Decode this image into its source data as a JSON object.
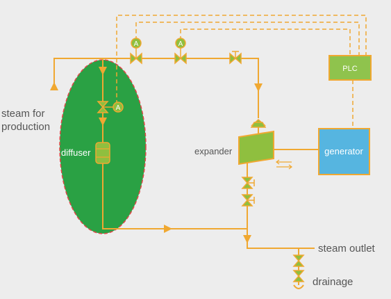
{
  "labels": {
    "steam_for_production_line1": "steam for",
    "steam_for_production_line2": "production",
    "diffuser": "diffuser",
    "expander": "expander",
    "generator": "generator",
    "plc": "PLC",
    "steam_outlet": "steam outlet",
    "drainage": "drainage",
    "actuator_symbol": "A"
  },
  "colors": {
    "background": "#ededed",
    "pipe": "#f0a831",
    "signal_line": "#f0a831",
    "diffuser_fill": "#2aa144",
    "diffuser_outline": "#e04848",
    "plc_fill": "#8fc34d",
    "generator_fill": "#56b5e0",
    "valve_fill": "#8fbf3f",
    "text_dark": "#555555",
    "text_light": "#ffffff"
  },
  "icons": {
    "valve": "valve-icon",
    "actuator": "actuator-icon",
    "tank": "diffuser-tank-icon",
    "turbine": "expander-turbine-icon",
    "flow_arrow": "flow-arrow-icon",
    "drain": "drain-icon"
  }
}
